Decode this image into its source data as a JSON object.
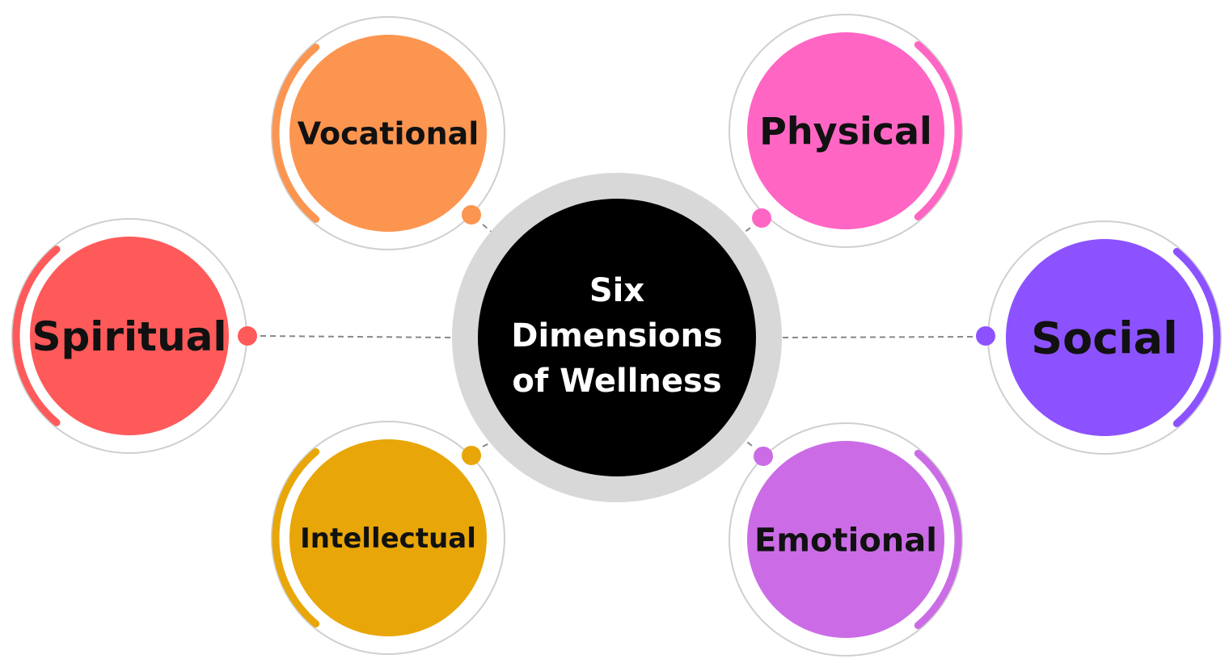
{
  "center": {
    "lines": [
      "Six",
      "Dimensions",
      "of Wellness"
    ],
    "fill": "#000000",
    "ring": "#d8d8d8",
    "text_color": "#ffffff"
  },
  "dimensions": [
    {
      "key": "vocational",
      "label": "Vocational",
      "color": "#fc9550"
    },
    {
      "key": "physical",
      "label": "Physical",
      "color": "#ff66c4"
    },
    {
      "key": "spiritual",
      "label": "Spiritual",
      "color": "#ff5a5a"
    },
    {
      "key": "social",
      "label": "Social",
      "color": "#8c52ff"
    },
    {
      "key": "intellectual",
      "label": "Intellectual",
      "color": "#e8a608"
    },
    {
      "key": "emotional",
      "label": "Emotional",
      "color": "#cb6ce6"
    }
  ],
  "connector_color": "#888888",
  "outline_color": "#cfcfcf"
}
